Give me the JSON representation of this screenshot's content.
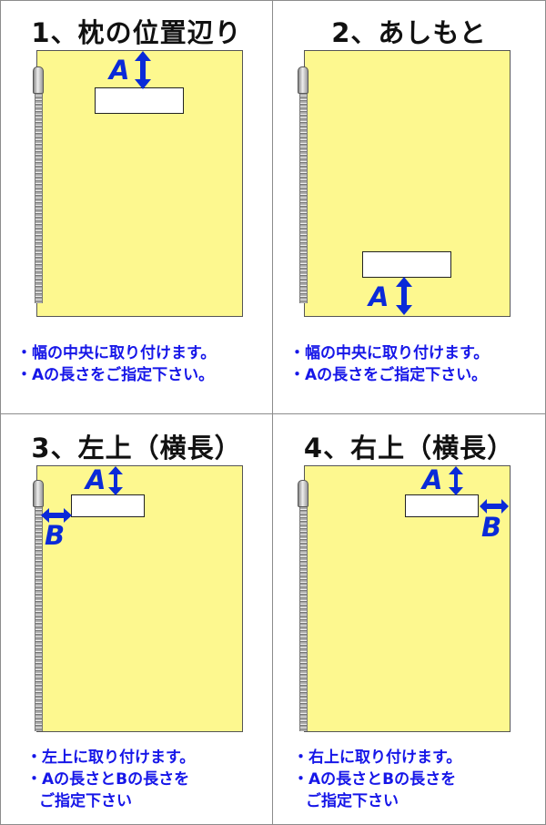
{
  "panels": [
    {
      "title": "1、枕の位置辺り",
      "notes": [
        "・幅の中央に取り付けます。",
        "・Aの長さをご指定下さい。"
      ],
      "markA": "A"
    },
    {
      "title": "2、あしもと",
      "notes": [
        "・幅の中央に取り付けます。",
        "・Aの長さをご指定下さい。"
      ],
      "markA": "A"
    },
    {
      "title": "3、左上（横長）",
      "notes": [
        "・左上に取り付けます。",
        "・Aの長さとBの長さを",
        "ご指定下さい"
      ],
      "markA": "A",
      "markB": "B"
    },
    {
      "title": "4、右上（横長）",
      "notes": [
        "・右上に取り付けます。",
        "・Aの長さとBの長さを",
        "ご指定下さい"
      ],
      "markA": "A",
      "markB": "B"
    }
  ],
  "colors": {
    "bag": "#fdf88f",
    "arrow": "#0a2ad8",
    "notes": "#1616e8"
  }
}
